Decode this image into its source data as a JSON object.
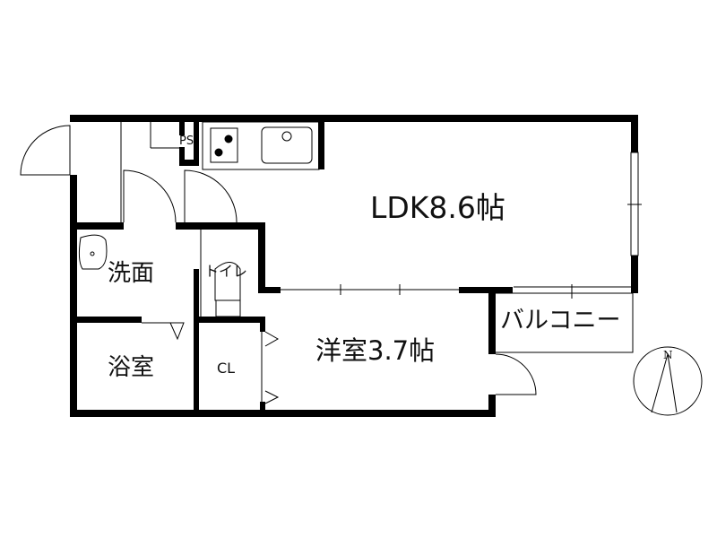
{
  "rooms": {
    "ldk": "LDK8.6帖",
    "washroom": "洗面",
    "toilet": "トイレ",
    "bathroom": "浴室",
    "closet": "CL",
    "western_room": "洋室3.7帖",
    "balcony": "バルコニー",
    "pipe_space": "PS"
  },
  "compass": {
    "label": "N"
  },
  "colors": {
    "wall": "#000000",
    "line": "#000000",
    "background": "#ffffff"
  }
}
